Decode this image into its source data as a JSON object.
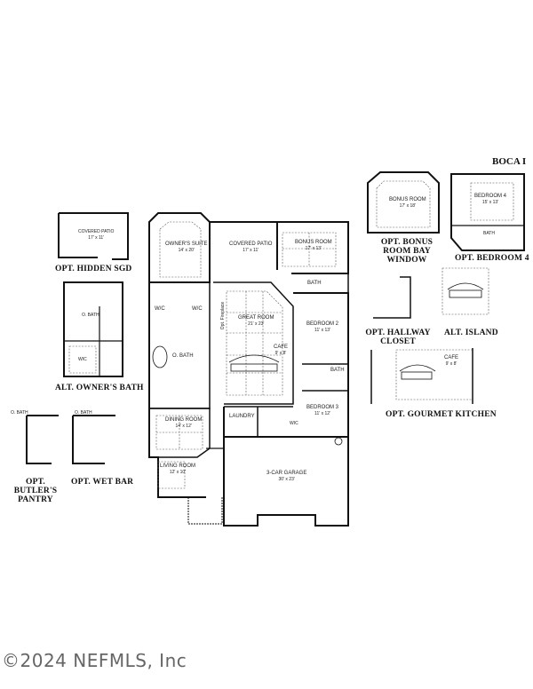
{
  "plan_name": "BOCA I",
  "copyright": "©2024 NEFMLS, Inc",
  "main_plan": {
    "rooms": [
      {
        "id": "owners-suite",
        "name": "OWNER'S SUITE",
        "dim": "14' x 20'"
      },
      {
        "id": "covered-patio",
        "name": "COVERED PATIO",
        "dim": "17' x 11'"
      },
      {
        "id": "bonus-room",
        "name": "BONUS ROOM",
        "dim": "17' x 13'"
      },
      {
        "id": "bath-upper",
        "name": "BATH",
        "dim": ""
      },
      {
        "id": "great-room",
        "name": "GREAT ROOM",
        "dim": "21' x 23'"
      },
      {
        "id": "cafe",
        "name": "CAFE",
        "dim": "9' x 8'"
      },
      {
        "id": "bedroom-2",
        "name": "BEDROOM 2",
        "dim": "11' x 13'"
      },
      {
        "id": "bath-mid",
        "name": "BATH",
        "dim": ""
      },
      {
        "id": "bedroom-3",
        "name": "BEDROOM 3",
        "dim": "11' x 12'"
      },
      {
        "id": "wic-left",
        "name": "W/C",
        "dim": ""
      },
      {
        "id": "wic-right",
        "name": "W/C",
        "dim": ""
      },
      {
        "id": "owner-bath",
        "name": "O. BATH",
        "dim": ""
      },
      {
        "id": "fireplace",
        "name": "Opt. Fireplace",
        "dim": ""
      },
      {
        "id": "laundry",
        "name": "LAUNDRY",
        "dim": ""
      },
      {
        "id": "wic-hall",
        "name": "WIC",
        "dim": ""
      },
      {
        "id": "dining-room",
        "name": "DINING ROOM",
        "dim": "14' x 12'"
      },
      {
        "id": "living-room",
        "name": "LIVING ROOM",
        "dim": "12' x 10'"
      },
      {
        "id": "garage",
        "name": "3-CAR GARAGE",
        "dim": "30' x 23'"
      }
    ]
  },
  "options": [
    {
      "id": "opt-hidden-sgd",
      "label": "OPT. HIDDEN SGD",
      "rooms": [
        {
          "name": "COVERED PATIO",
          "dim": "17' x 11'"
        }
      ]
    },
    {
      "id": "alt-owners-bath",
      "label": "ALT. OWNER'S BATH",
      "rooms": [
        {
          "name": "O. BATH",
          "dim": ""
        },
        {
          "name": "WIC",
          "dim": ""
        }
      ]
    },
    {
      "id": "opt-butlers-pantry",
      "label": "OPT. BUTLER'S PANTRY",
      "rooms": [
        {
          "name": "O. BATH",
          "dim": ""
        }
      ]
    },
    {
      "id": "opt-wet-bar",
      "label": "OPT. WET BAR",
      "rooms": [
        {
          "name": "O. BATH",
          "dim": ""
        }
      ]
    },
    {
      "id": "opt-bonus-bay",
      "label": "OPT. BONUS ROOM BAY WINDOW",
      "rooms": [
        {
          "name": "BONUS ROOM",
          "dim": "17' x 18'"
        }
      ]
    },
    {
      "id": "opt-bedroom-4",
      "label": "OPT. BEDROOM 4",
      "rooms": [
        {
          "name": "BEDROOM 4",
          "dim": "15' x 13'"
        },
        {
          "name": "BATH",
          "dim": ""
        }
      ]
    },
    {
      "id": "opt-hallway-closet",
      "label": "OPT. HALLWAY CLOSET",
      "rooms": []
    },
    {
      "id": "alt-island",
      "label": "ALT. ISLAND",
      "rooms": []
    },
    {
      "id": "opt-gourmet-kitchen",
      "label": "OPT. GOURMET KITCHEN",
      "rooms": [
        {
          "name": "CAFE",
          "dim": "9' x 8'"
        }
      ]
    }
  ],
  "colors": {
    "wall": "#111111",
    "dash": "#555555",
    "background": "#ffffff",
    "copyright": "#666666"
  }
}
